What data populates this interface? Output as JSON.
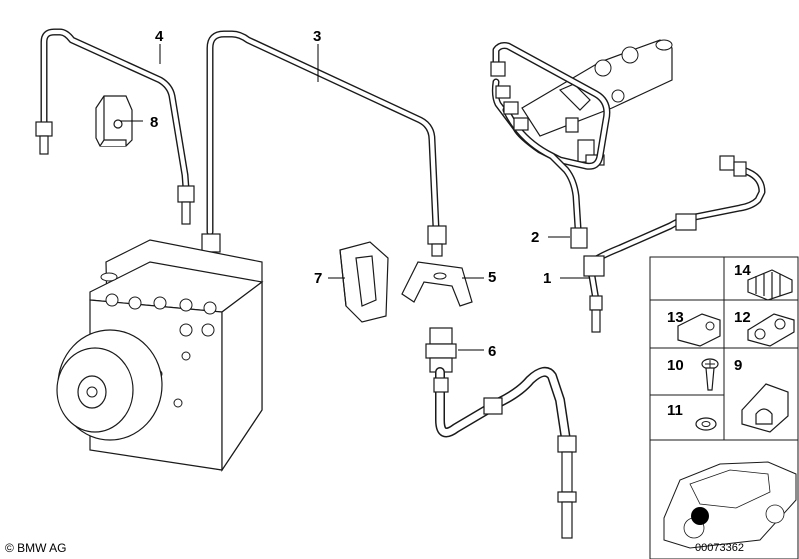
{
  "callouts": {
    "c1": "1",
    "c2": "2",
    "c3": "3",
    "c4": "4",
    "c5": "5",
    "c6": "6",
    "c7": "7",
    "c8": "8",
    "c9": "9",
    "c10": "10",
    "c11": "11",
    "c12": "12",
    "c13": "13",
    "c14": "14"
  },
  "footer": {
    "copyright": "© BMW AG",
    "doc_number": "00073362"
  }
}
